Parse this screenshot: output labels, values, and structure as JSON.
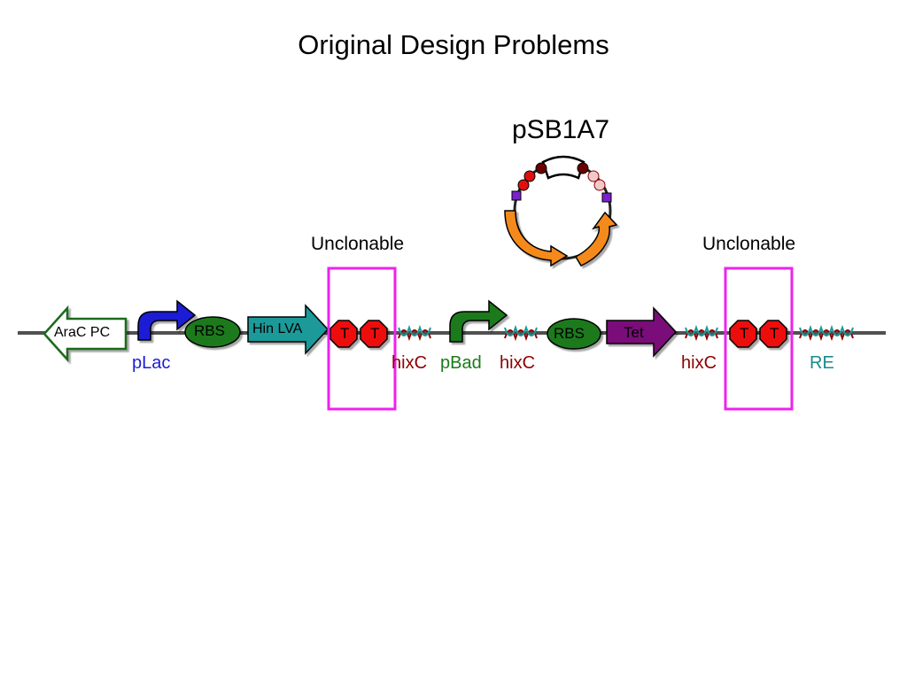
{
  "slide": {
    "title": "Original Design Problems",
    "plasmid_name": "pSB1A7",
    "unclonable_left": "Unclonable",
    "unclonable_right": "Unclonable"
  },
  "construct": {
    "arac_label": "AraC PC",
    "rbs1_label": "RBS",
    "hin_label": "Hin LVA",
    "terminator_label": "T",
    "rbs2_label": "RBS",
    "tet_label": "Tet"
  },
  "below_labels": {
    "plac": "pLac",
    "hixc_1": "hixC",
    "pbad": "pBad",
    "hixc_2": "hixC",
    "hixc_3": "hixC",
    "re": "RE"
  },
  "colors": {
    "backbone": "#505050",
    "plac": "#1d1dd6",
    "pbad": "#1a7a1a",
    "rbs": "#1e7a1e",
    "hin": "#1a9a9a",
    "terminator": "#ee1111",
    "tet": "#7a117a",
    "hixc": "#8b0000",
    "re": "#1a8a8a",
    "highlight_box": "#ee22ee",
    "plasmid_arrows": "#f58a1f"
  }
}
